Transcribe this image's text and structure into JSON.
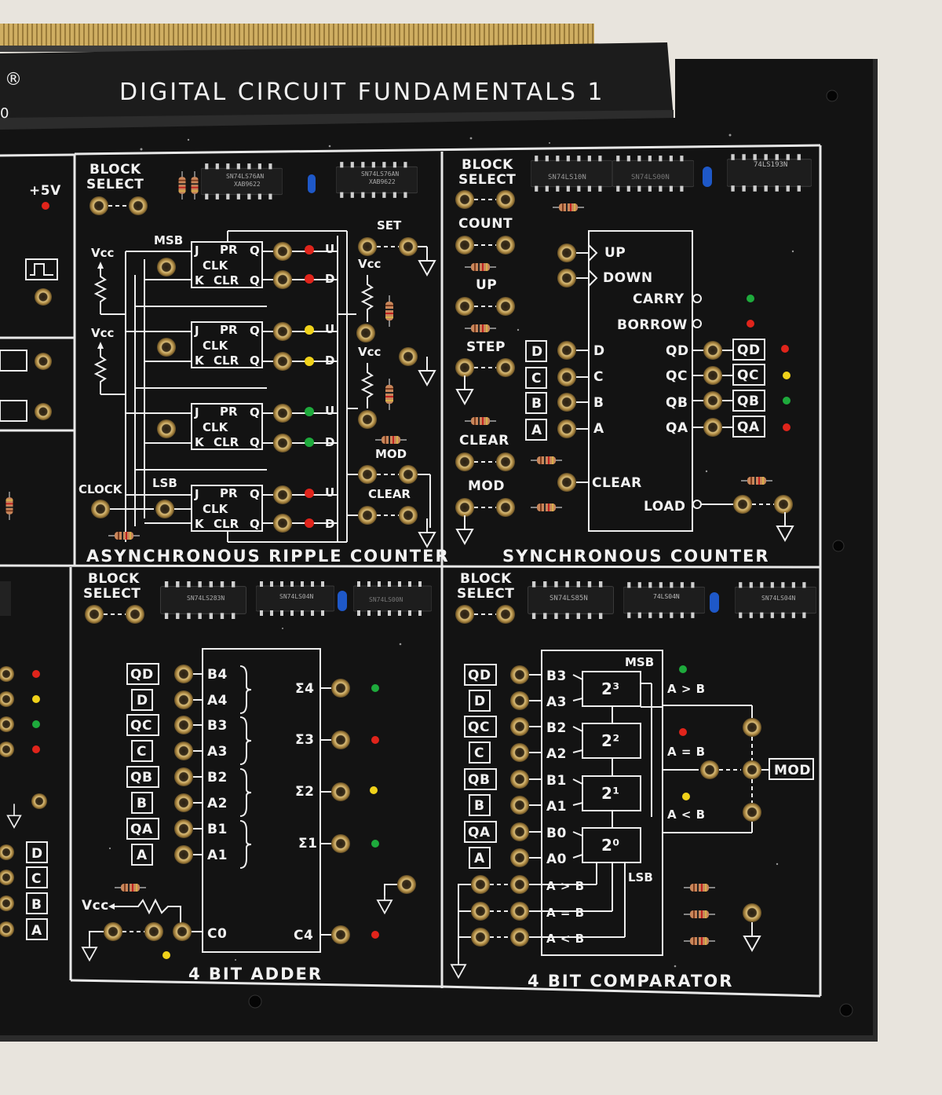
{
  "header": {
    "title": "DIGITAL  CIRCUIT  FUNDAMENTALS  1",
    "registered_mark": "®",
    "edge_digit": "0"
  },
  "left_column": {
    "supply_label": "+5V"
  },
  "colors": {
    "board": "#121212",
    "panel_line": "#e8e8e8",
    "gold": "#b8944a",
    "led_red": "#e0241b",
    "led_yellow": "#f0d21a",
    "led_green": "#1eaa3c"
  },
  "ripple": {
    "title": "ASYNCHRONOUS  RIPPLE  COUNTER",
    "block_select": [
      "BLOCK",
      "SELECT"
    ],
    "chips": [
      "SN74LS76AN",
      "XAB9622"
    ],
    "msb": "MSB",
    "lsb": "LSB",
    "vcc": "Vcc",
    "clock": "CLOCK",
    "set": "SET",
    "mod": "MOD",
    "clear": "CLEAR",
    "ff": {
      "j": "J",
      "pr": "PR",
      "q": "Q",
      "clk": "CLK",
      "k": "K",
      "clr": "CLR",
      "qbar": "Q"
    },
    "outputs": [
      "U",
      "D",
      "U",
      "D",
      "U",
      "D",
      "U",
      "D"
    ]
  },
  "sync": {
    "title": "SYNCHRONOUS  COUNTER",
    "block_select": [
      "BLOCK",
      "SELECT"
    ],
    "chips": [
      "SN74LS10N",
      "SN74LS00N",
      "74LS193N"
    ],
    "left_labels": [
      "COUNT",
      "UP",
      "STEP",
      "CLEAR",
      "MOD"
    ],
    "inputs": [
      "D",
      "C",
      "B",
      "A"
    ],
    "chip_pins": {
      "up": "UP",
      "down": "DOWN",
      "carry": "CARRY",
      "borrow": "BORROW",
      "qd": "QD",
      "qc": "QC",
      "qb": "QB",
      "qa": "QA",
      "d": "D",
      "c": "C",
      "b": "B",
      "a": "A",
      "clear": "CLEAR",
      "load": "LOAD"
    },
    "outputs": [
      "QD",
      "QC",
      "QB",
      "QA"
    ]
  },
  "adder": {
    "title": "4  BIT  ADDER",
    "block_select": [
      "BLOCK",
      "SELECT"
    ],
    "chips": [
      "SN74LS283N",
      "SN74LS04N",
      "SN74LS00N"
    ],
    "inputs": [
      "QD",
      "D",
      "QC",
      "C",
      "QB",
      "B",
      "QA",
      "A"
    ],
    "pins": [
      "B4",
      "A4",
      "B3",
      "A3",
      "B2",
      "A2",
      "B1",
      "A1"
    ],
    "sums": [
      "Σ4",
      "Σ3",
      "Σ2",
      "Σ1"
    ],
    "vcc": "Vcc",
    "carry_in": "C0",
    "carry_out": "C4"
  },
  "comparator": {
    "title": "4  BIT  COMPARATOR",
    "block_select": [
      "BLOCK",
      "SELECT"
    ],
    "chips": [
      "SN74LS85N",
      "74LS04N",
      "SN74LS04N"
    ],
    "inputs": [
      "QD",
      "D",
      "QC",
      "C",
      "QB",
      "B",
      "QA",
      "A"
    ],
    "pins": [
      "B3",
      "A3",
      "B2",
      "A2",
      "B1",
      "A1",
      "B0",
      "A0",
      "A > B",
      "A = B",
      "A < B"
    ],
    "weights": [
      "2³",
      "2²",
      "2¹",
      "2⁰"
    ],
    "msb": "MSB",
    "lsb": "LSB",
    "results": [
      "A > B",
      "A = B",
      "A < B"
    ],
    "mod": "MOD"
  }
}
